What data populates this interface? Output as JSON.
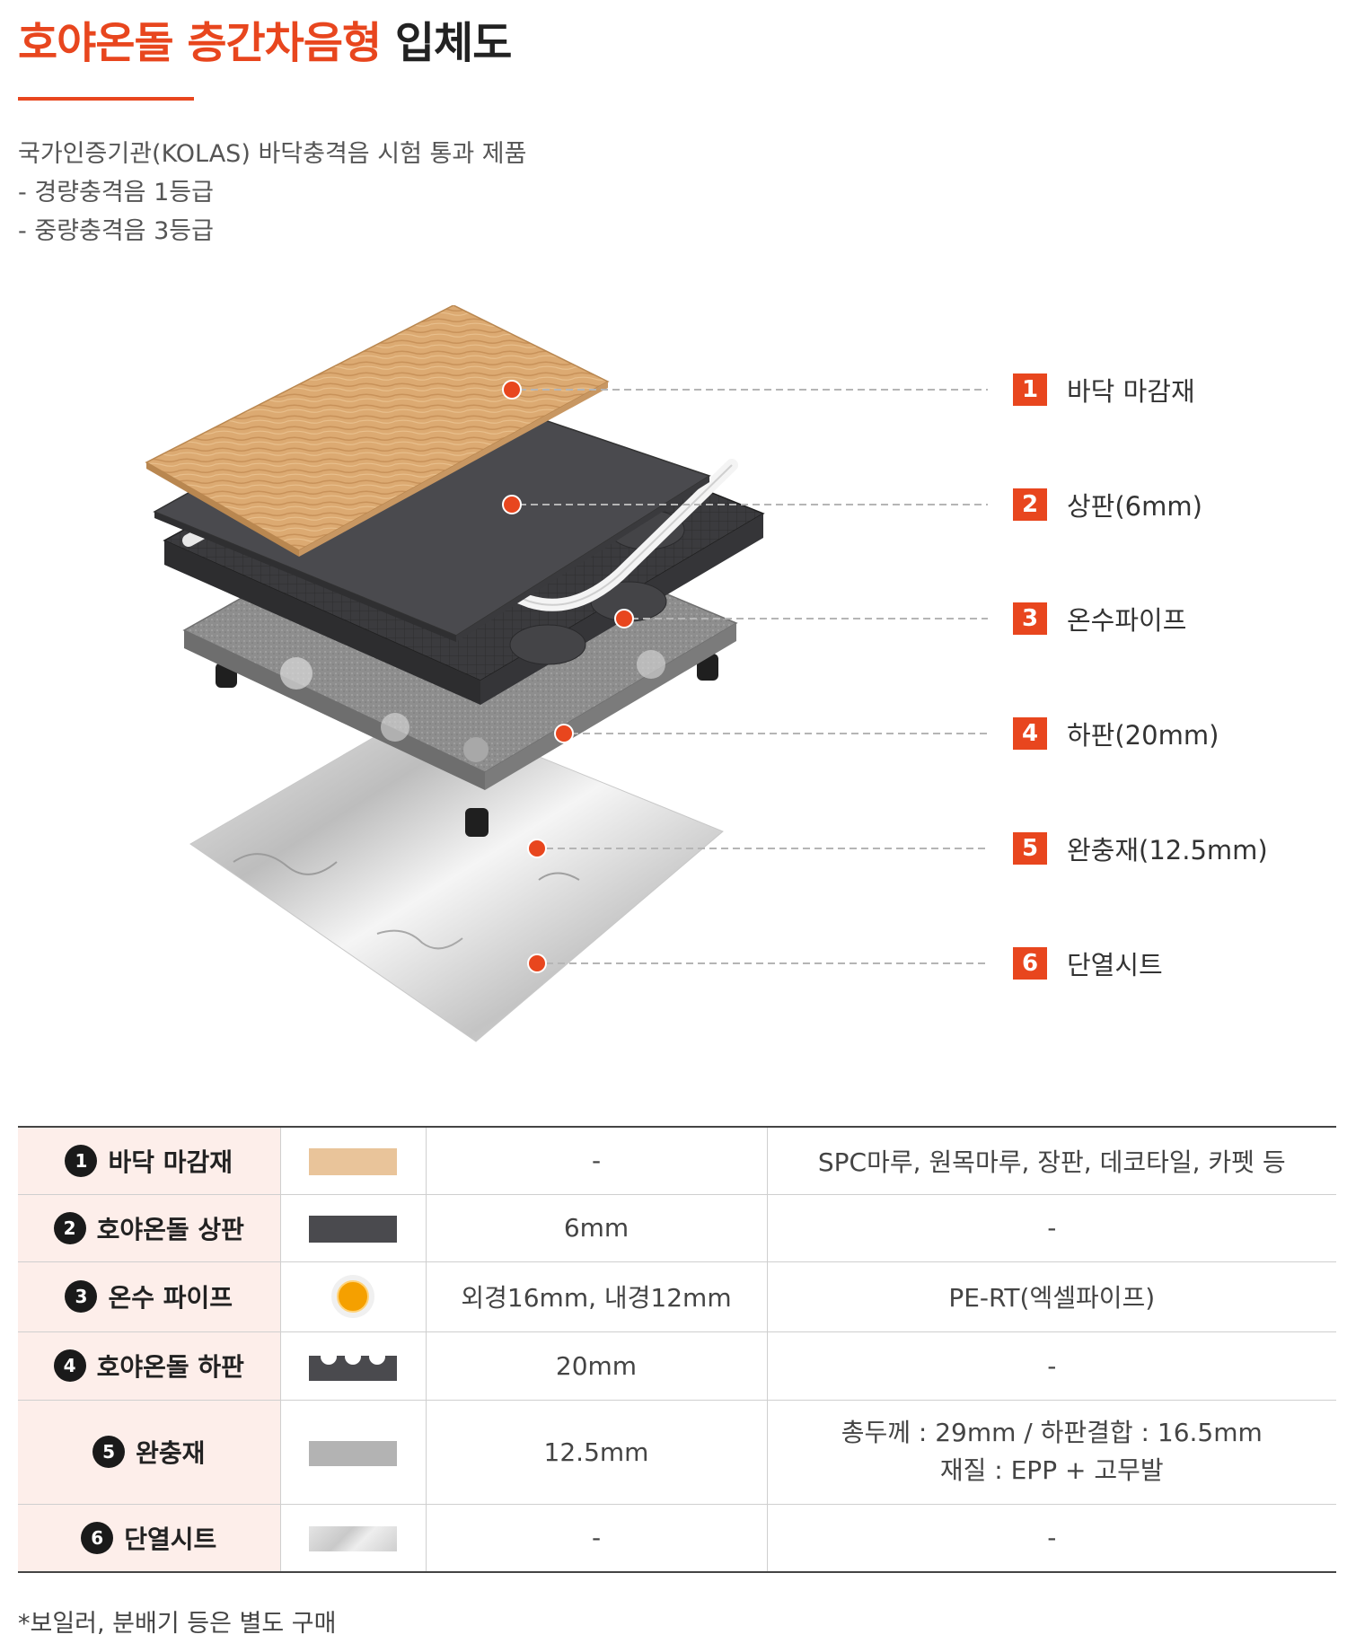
{
  "title": {
    "accent": "호야온돌 층간차음형",
    "rest": "입체도"
  },
  "description": [
    "국가인증기관(KOLAS) 바닥충격음 시험 통과 제품",
    "- 경량충격음 1등급",
    "- 중량충격음 3등급"
  ],
  "callouts": [
    {
      "num": "1",
      "label": "바닥 마감재"
    },
    {
      "num": "2",
      "label": "상판(6mm)"
    },
    {
      "num": "3",
      "label": "온수파이프"
    },
    {
      "num": "4",
      "label": "하판(20mm)"
    },
    {
      "num": "5",
      "label": "완충재(12.5mm)"
    },
    {
      "num": "6",
      "label": "단열시트"
    }
  ],
  "table": {
    "rows": [
      {
        "num": "1",
        "name": "바닥 마감재",
        "spec": "-",
        "note": "SPC마루, 원목마루, 장판, 데코타일, 카펫 등",
        "note2": ""
      },
      {
        "num": "2",
        "name": "호야온돌 상판",
        "spec": "6mm",
        "note": "-",
        "note2": ""
      },
      {
        "num": "3",
        "name": "온수 파이프",
        "spec": "외경16mm, 내경12mm",
        "note": "PE-RT(엑셀파이프)",
        "note2": ""
      },
      {
        "num": "4",
        "name": "호야온돌 하판",
        "spec": "20mm",
        "note": "-",
        "note2": ""
      },
      {
        "num": "5",
        "name": "완충재",
        "spec": "12.5mm",
        "note": "총두께 : 29mm / 하판결합 : 16.5mm",
        "note2": "재질 : EPP + 고무발"
      },
      {
        "num": "6",
        "name": "단열시트",
        "spec": "-",
        "note": "-",
        "note2": ""
      }
    ]
  },
  "colors": {
    "accent": "#e8461e",
    "wood": "#e9c49a",
    "top_plate": "#4a4a4e",
    "pipe": "#f5a000",
    "bottom_plate": "#4a4a4e",
    "cushion": "#b3b3b3",
    "insulation": "#d8d8d8"
  },
  "footnote": "*보일러, 분배기 등은 별도 구매"
}
